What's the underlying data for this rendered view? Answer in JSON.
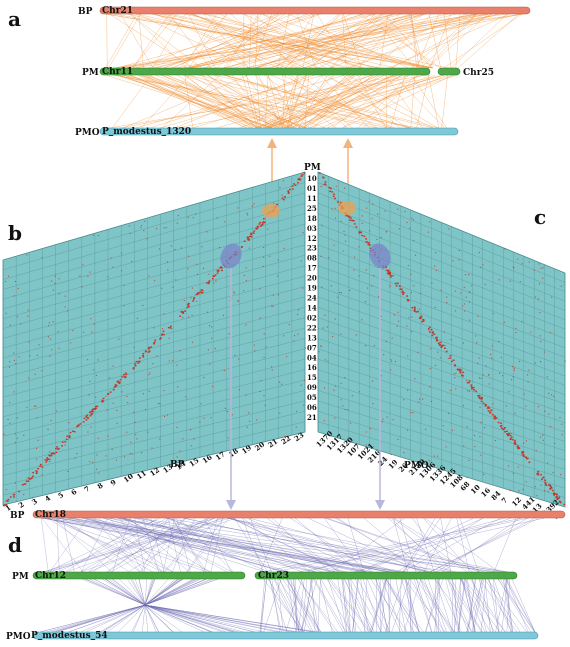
{
  "panels": {
    "a": {
      "label": "a"
    },
    "b": {
      "label": "b"
    },
    "c": {
      "label": "c"
    },
    "d": {
      "label": "d"
    }
  },
  "panel_a": {
    "bp_track": {
      "species": "BP",
      "chrom": "Chr21"
    },
    "pm_track": {
      "species": "PM",
      "chrom": "Chr11",
      "chrom2": "Chr25"
    },
    "pmo_track": {
      "species": "PMO",
      "chrom": "P_modestus_1320"
    }
  },
  "panel_d": {
    "bp_track": {
      "species": "BP",
      "chrom": "Chr18"
    },
    "pm_track": {
      "species": "PM",
      "chrom": "Chr12",
      "chrom2": "Chr23"
    },
    "pmo_track": {
      "species": "PMO",
      "chrom": "P_modestus_54"
    }
  },
  "dotplot": {
    "pm_axis_label": "PM",
    "pm_ticks": [
      "10",
      "01",
      "11",
      "25",
      "18",
      "03",
      "12",
      "23",
      "08",
      "17",
      "20",
      "19",
      "24",
      "14",
      "02",
      "22",
      "13",
      "07",
      "04",
      "16",
      "15",
      "09",
      "05",
      "06",
      "21"
    ],
    "bp_axis_label": "BP",
    "bp_ticks": [
      "1",
      "2",
      "3",
      "4",
      "5",
      "6",
      "7",
      "8",
      "9",
      "10",
      "11",
      "12",
      "13",
      "14",
      "15",
      "16",
      "17",
      "18",
      "19",
      "20",
      "21",
      "22",
      "23"
    ],
    "pmo_axis_label": "PMO",
    "pmo_ticks": [
      "1370",
      "1317",
      "1320",
      "107",
      "1021",
      "216",
      "24",
      "19",
      "26",
      "2150",
      "1306",
      "1336",
      "1245",
      "108",
      "68",
      "10",
      "16",
      "84",
      "7",
      "12",
      "441",
      "13",
      "1392",
      "9"
    ]
  },
  "colors": {
    "bp_track": "#e8806c",
    "pm_track": "#4ea848",
    "pmo_track": "#7ec8d8",
    "panel_a_links": "#f08a2a",
    "panel_d_links": "#6a68b0",
    "grid_bg": "#7fc4c6",
    "dots": "#c0392b",
    "highlight_orange": "#f0a050",
    "highlight_blue": "#7a80c8"
  }
}
